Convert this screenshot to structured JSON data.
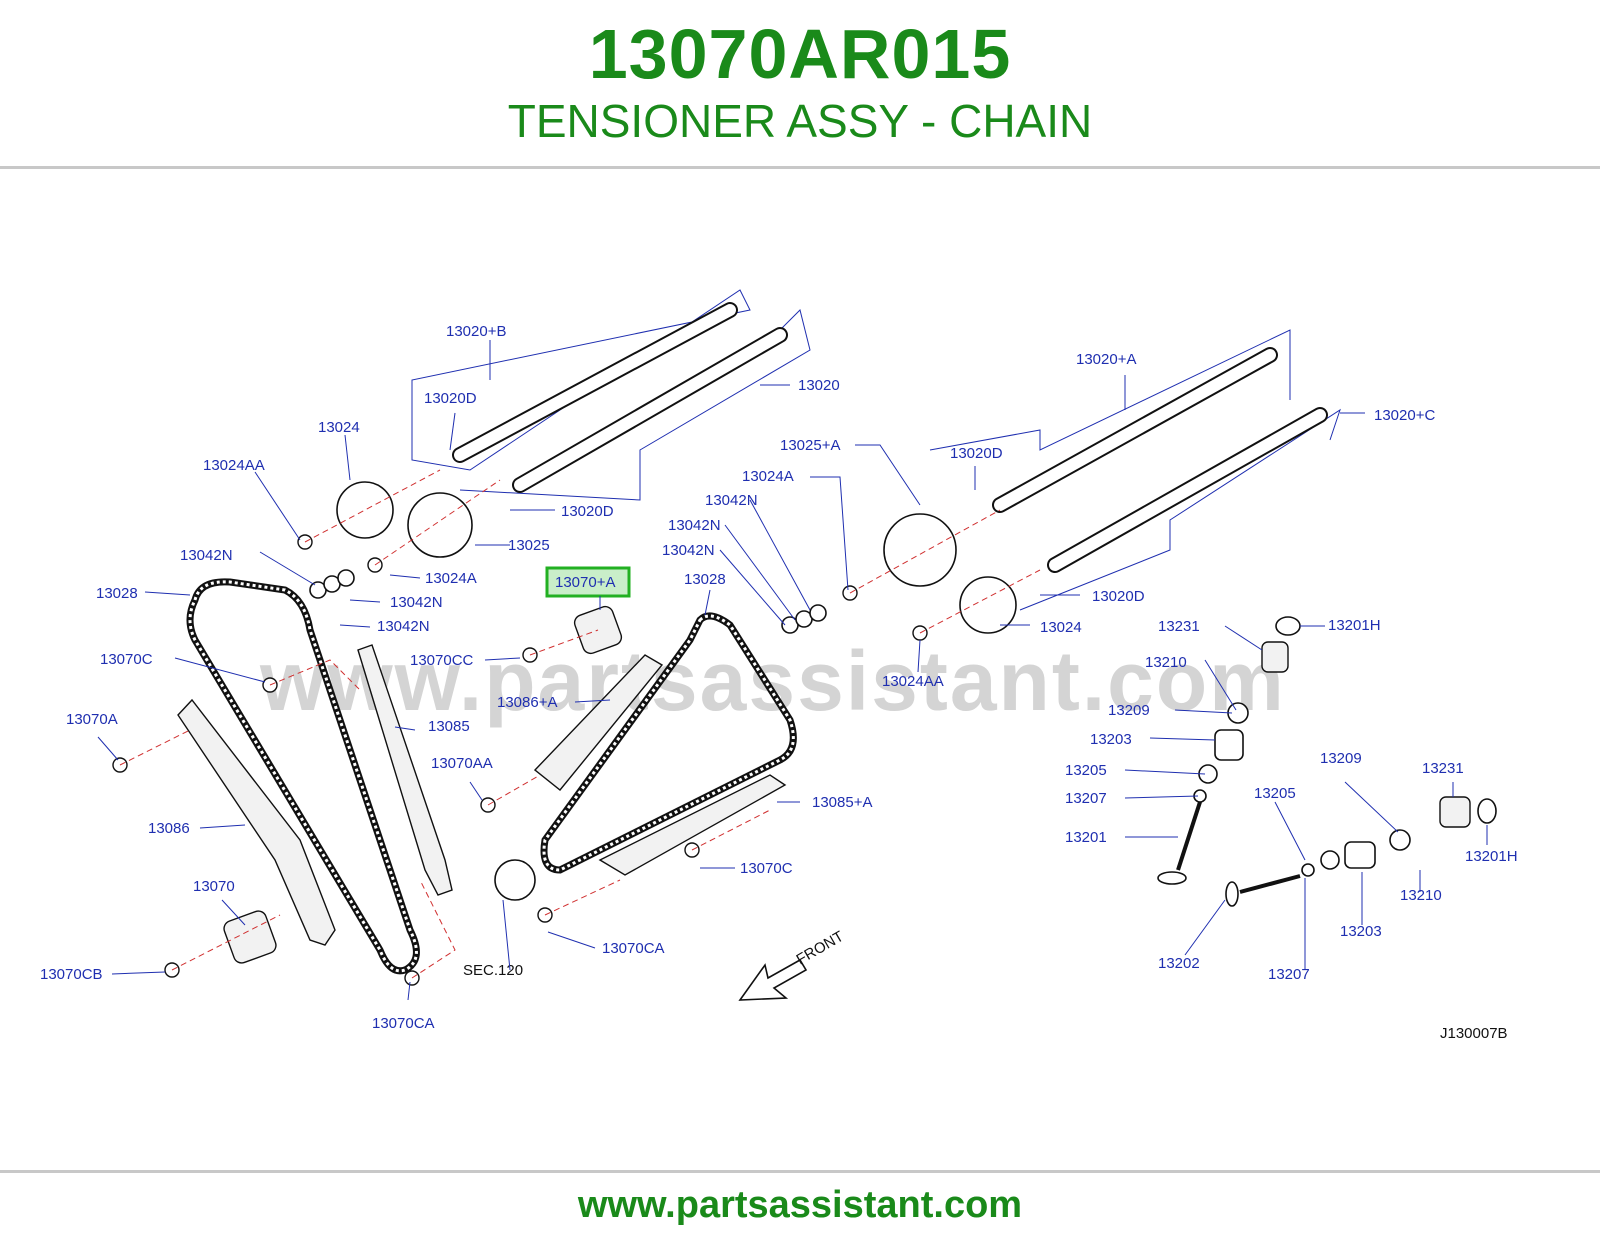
{
  "header": {
    "part_number": "13070AR015",
    "part_name": "TENSIONER ASSY - CHAIN"
  },
  "footer": {
    "website": "www.partsassistant.com"
  },
  "diagram": {
    "watermark": "www.partsassistant.com",
    "reference_code": "J130007B",
    "front_label": "FRONT",
    "section_ref": "SEC.120",
    "highlighted_label": "13070+A",
    "highlight_color": "#22b022",
    "labels": [
      "13020+B",
      "13020D",
      "13020",
      "13024",
      "13024AA",
      "13025",
      "13024A",
      "13042N",
      "13042N",
      "13042N",
      "13028",
      "13070C",
      "13070A",
      "13086",
      "13070",
      "13070CB",
      "13070CA",
      "13085",
      "13070CC",
      "13086+A",
      "13070AA",
      "13028",
      "13085+A",
      "13070C",
      "13070CA",
      "13025+A",
      "13024A",
      "13042N",
      "13042N",
      "13042N",
      "13024",
      "13024AA",
      "13020+A",
      "13020D",
      "13020+C",
      "13020D",
      "13020D",
      "13231",
      "13201H",
      "13210",
      "13209",
      "13203",
      "13205",
      "13207",
      "13201",
      "13209",
      "13231",
      "13205",
      "13201H",
      "13210",
      "13203",
      "13207",
      "13202"
    ]
  }
}
